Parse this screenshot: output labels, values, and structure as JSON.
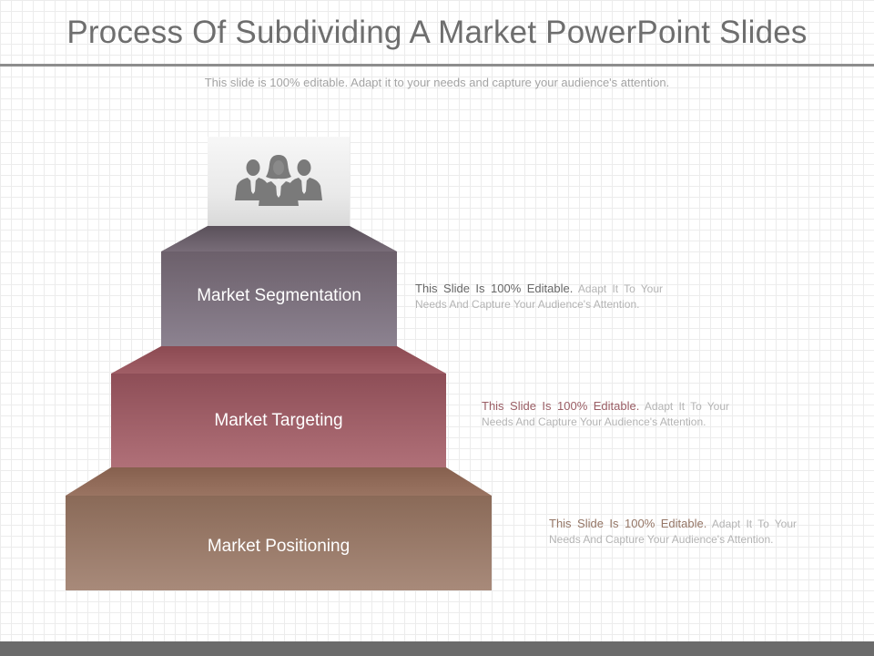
{
  "title": "Process Of Subdividing A Market PowerPoint Slides",
  "subtitle": "This slide is 100% editable. Adapt it to your needs and capture your audience's attention.",
  "icon": "people-group-icon",
  "steps": [
    {
      "label": "Market Segmentation",
      "color": "#716670",
      "desc_lead": "This Slide Is 100% Editable.",
      "desc_rest": "Adapt It To Your Needs And Capture Your Audience's Attention.",
      "lead_color": "#666666"
    },
    {
      "label": "Market Targeting",
      "color": "#9a5d64",
      "desc_lead": "This Slide Is 100% Editable.",
      "desc_rest": "Adapt It To Your Needs And Capture Your Audience's Attention.",
      "lead_color": "#9a5d64"
    },
    {
      "label": "Market Positioning",
      "color": "#957666",
      "desc_lead": "This Slide Is 100% Editable.",
      "desc_rest": "Adapt It To Your Needs And Capture Your Audience's Attention.",
      "lead_color": "#957666"
    }
  ]
}
